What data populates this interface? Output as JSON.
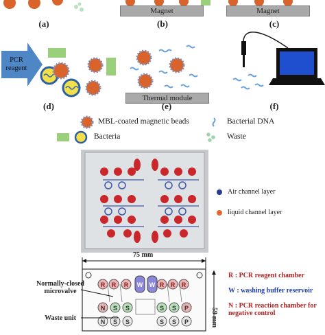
{
  "panels": {
    "a": "(a)",
    "b": "(b)",
    "c": "(c)",
    "d": "(d)",
    "e": "(e)",
    "f": "(f)"
  },
  "trays": {
    "magnet_b": "Magnet",
    "magnet_c": "Magnet",
    "thermal_e": "Thermal module"
  },
  "pcr_arrow": {
    "line1": "PCR",
    "line2": "reagent"
  },
  "legend": {
    "beads": "MBL-coated magnetic beads",
    "bacterial_dna": "Bacterial DNA",
    "bacteria": "Bacteria",
    "waste": "Waste"
  },
  "chip_legend": {
    "air": "Air channel layer",
    "liquid": "liquid channel layer"
  },
  "dimensions": {
    "width": "75 mm",
    "height": "59 mm"
  },
  "chip_side_notes": {
    "r": "R : PCR reagent chamber",
    "w": "W : washing buffer reservoir",
    "n": "N : PCR reaction chamber for negative control"
  },
  "left_labels": {
    "microvalve": "Normally-closed microvalve",
    "waste_unit": "Waste unit"
  },
  "chamber_letters": {
    "r": "R",
    "w": "W",
    "n": "N",
    "s": "S",
    "p": "P"
  },
  "colors": {
    "bead": "#d9632b",
    "bead_spike": "#7f8db3",
    "bacteria_fill": "#f2e04a",
    "bacteria_ring": "#2d5fa5",
    "green_box": "#9ad07c",
    "dna": "#6aa0d8",
    "arrow": "#4f86c6",
    "air_dot": "#2a3b8f",
    "liquid_dot": "#e2692f",
    "legend_r": "#b22222",
    "legend_w": "#1f3fa8",
    "legend_n": "#b22222"
  }
}
